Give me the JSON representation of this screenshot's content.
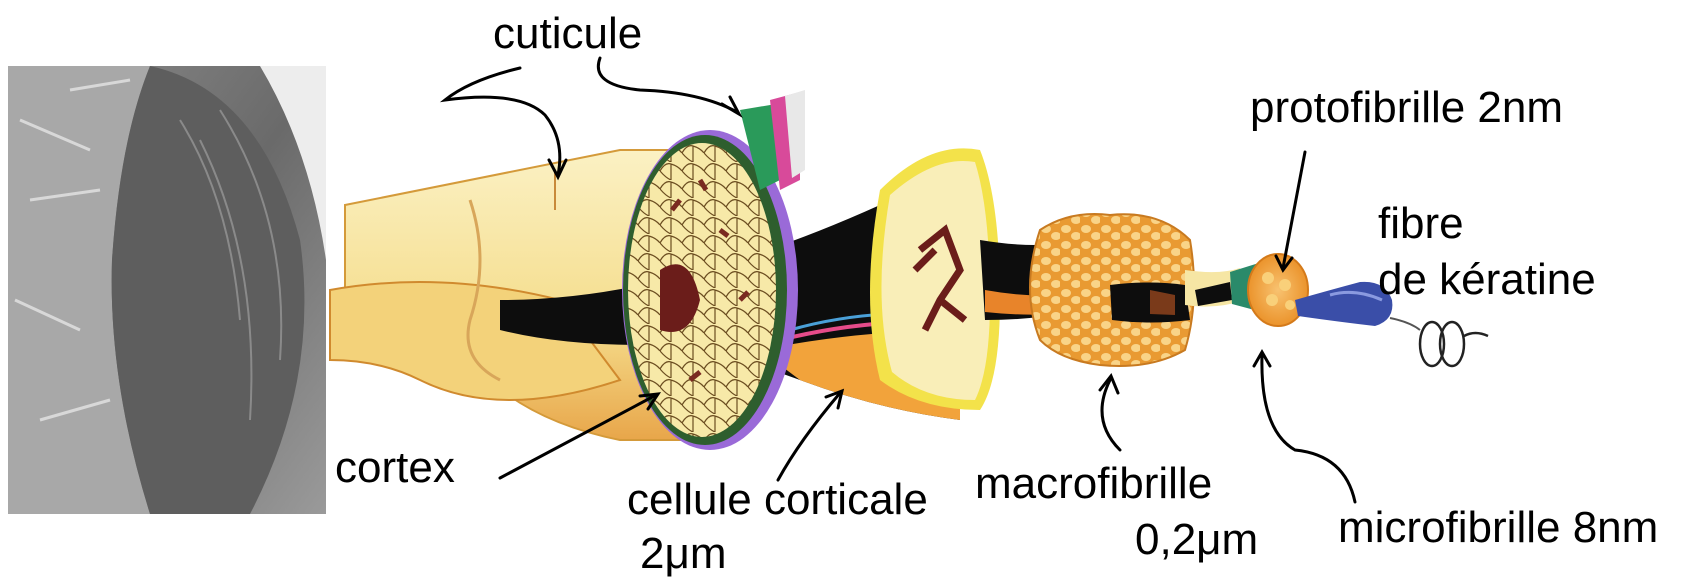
{
  "labels": {
    "cuticule": "cuticule",
    "protofibrille": "protofibrille 2nm",
    "fibre_line1": "fibre",
    "fibre_line2": "de kératine",
    "cortex": "cortex",
    "cellule_corticale": "cellule corticale",
    "cellule_size": "2μm",
    "macrofibrille": "macrofibrille",
    "macrofibrille_size": "0,2μm",
    "microfibrille": "microfibrille 8nm"
  },
  "colors": {
    "keratin_pale": "#f6e6a4",
    "keratin_orange": "#f2a33b",
    "cortex_dark": "#0d0d0d",
    "cell_brown": "#6b1d1a",
    "cross_section_border": "#2e5e2e",
    "yellow_rim": "#f3e24a",
    "microfibril_green": "#2a8a6a",
    "protofibril_blue": "#3a4ea8"
  }
}
